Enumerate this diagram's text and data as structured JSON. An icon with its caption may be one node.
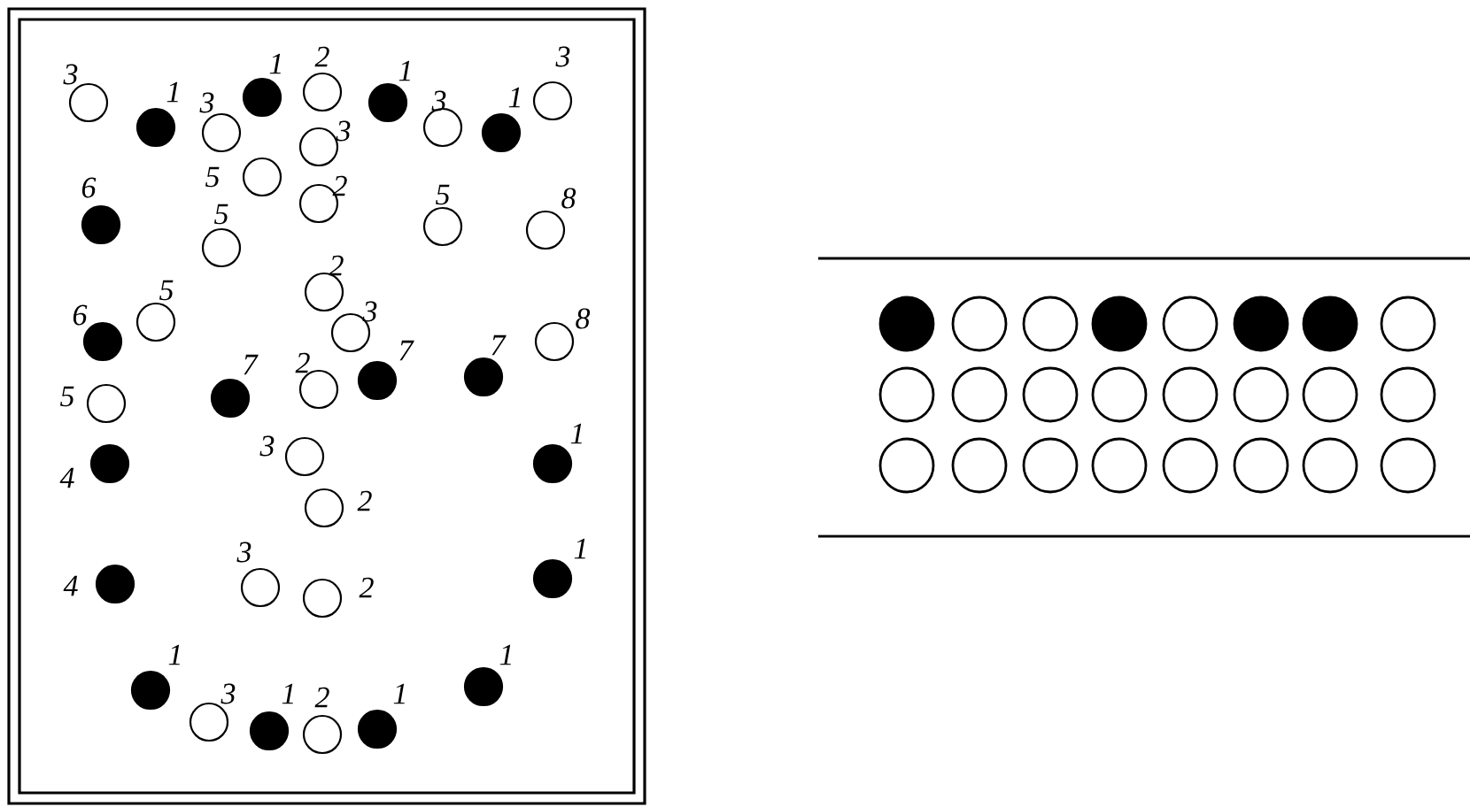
{
  "diagram": {
    "labels": [
      "3",
      "1",
      "3",
      "1",
      "2",
      "3",
      "1",
      "3",
      "1",
      "3",
      "6",
      "5",
      "5",
      "2",
      "5",
      "8",
      "6",
      "5",
      "2",
      "3",
      "8",
      "5",
      "7",
      "2",
      "7",
      "7",
      "4",
      "3",
      "2",
      "1",
      "4",
      "3",
      "2",
      "1",
      "1",
      "3",
      "1",
      "2",
      "1",
      "1"
    ]
  }
}
